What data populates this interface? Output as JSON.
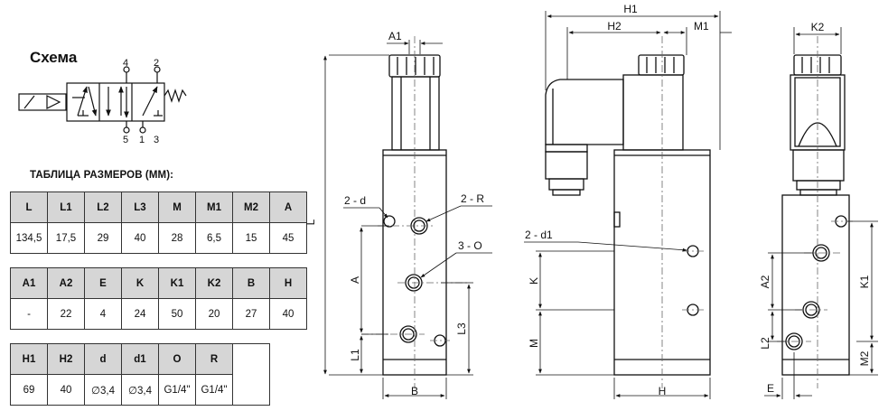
{
  "schema": {
    "title": "Схема",
    "port_labels": [
      "4",
      "2",
      "5",
      "1",
      "3"
    ]
  },
  "table": {
    "title": "ТАБЛИЦА РАЗМЕРОВ (ММ):",
    "rows": [
      {
        "headers": [
          "L",
          "L1",
          "L2",
          "L3",
          "M",
          "M1",
          "M2",
          "A"
        ],
        "values": [
          "134,5",
          "17,5",
          "29",
          "40",
          "28",
          "6,5",
          "15",
          "45"
        ]
      },
      {
        "headers": [
          "A1",
          "A2",
          "E",
          "K",
          "K1",
          "K2",
          "B",
          "H"
        ],
        "values": [
          "-",
          "22",
          "4",
          "24",
          "50",
          "20",
          "27",
          "40"
        ]
      },
      {
        "headers": [
          "H1",
          "H2",
          "d",
          "d1",
          "O",
          "R"
        ],
        "values": [
          "69",
          "40",
          "∅3,4",
          "∅3,4",
          "G1/4\"",
          "G1/4\""
        ]
      }
    ]
  },
  "drawing": {
    "front": {
      "dims": {
        "A1": "A1",
        "L": "L",
        "A": "A",
        "L1": "L1",
        "L3": "L3",
        "B": "B"
      },
      "callouts": {
        "d": "2 - d",
        "R": "2 - R",
        "O": "3 - O"
      }
    },
    "side": {
      "dims": {
        "H1": "H1",
        "H2": "H2",
        "M1": "M1",
        "K": "K",
        "M": "M",
        "H": "H"
      },
      "callouts": {
        "d1": "2 - d1"
      }
    },
    "end": {
      "dims": {
        "K2": "K2",
        "A2": "A2",
        "K1": "K1",
        "L2": "L2",
        "M2": "M2",
        "E": "E"
      }
    }
  }
}
